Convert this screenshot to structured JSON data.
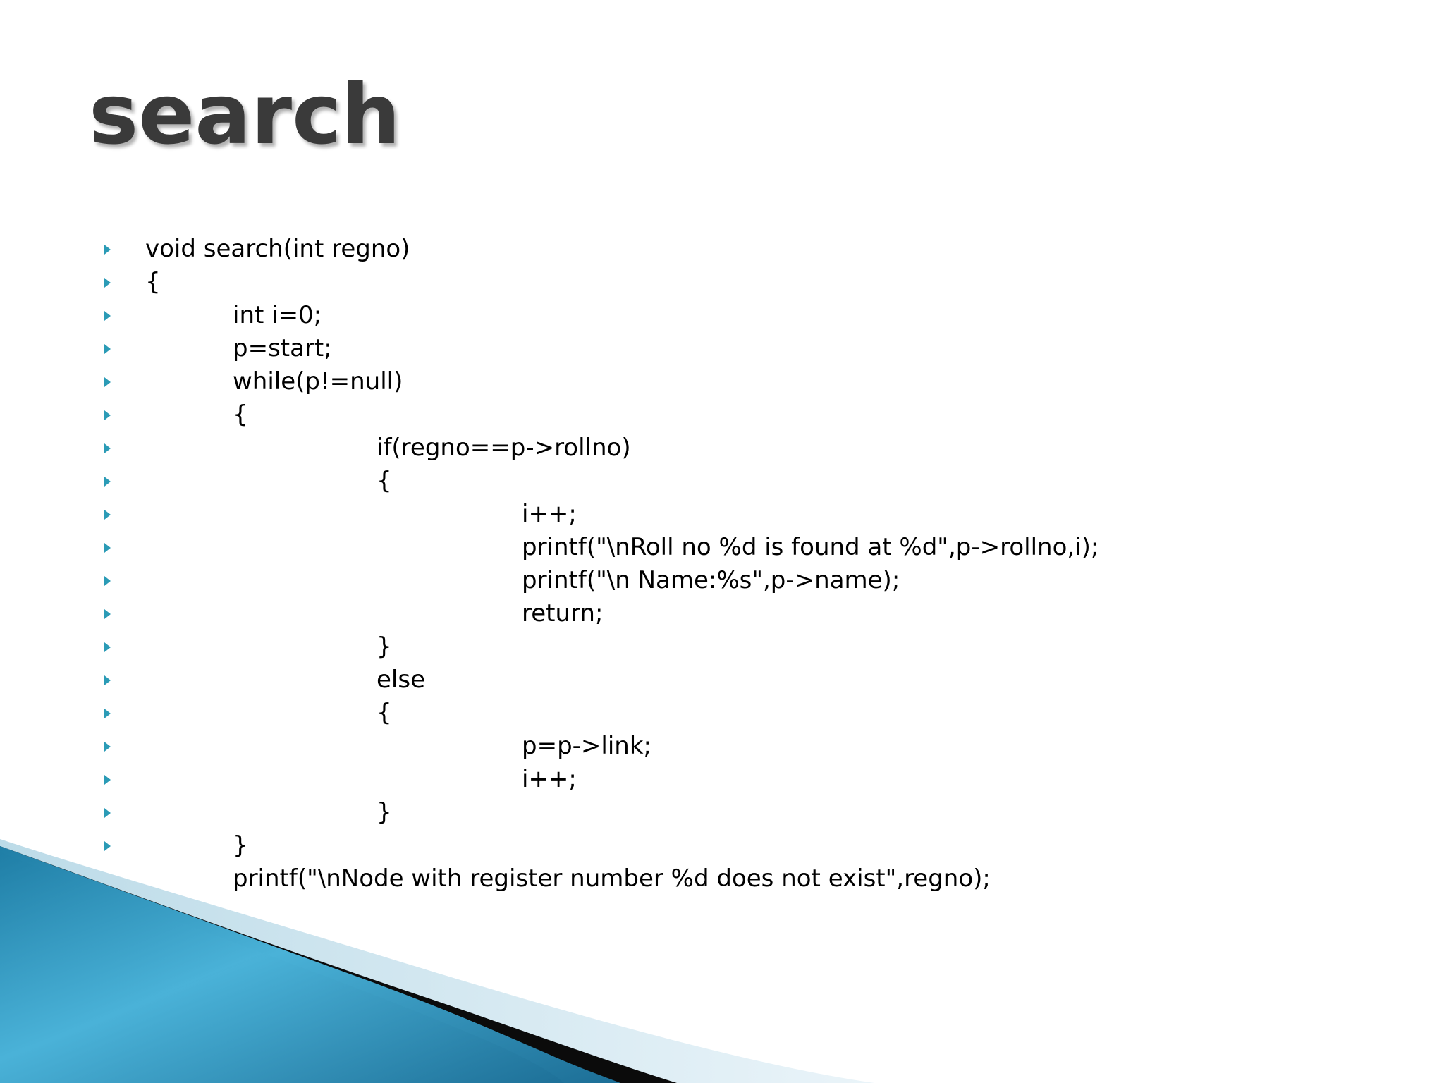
{
  "slide": {
    "title": "search",
    "code_lines": [
      {
        "text": "void search(int regno)",
        "indent": 0
      },
      {
        "text": "{",
        "indent": 0
      },
      {
        "text": "int i=0;",
        "indent": 1
      },
      {
        "text": "p=start;",
        "indent": 1
      },
      {
        "text": "while(p!=null)",
        "indent": 1
      },
      {
        "text": "{",
        "indent": 1
      },
      {
        "text": "if(regno==p->rollno)",
        "indent": 2
      },
      {
        "text": "{",
        "indent": 2
      },
      {
        "text": "i++;",
        "indent": 3
      },
      {
        "text": "printf(\"\\nRoll no %d is found at %d\",p->rollno,i);",
        "indent": 3
      },
      {
        "text": "printf(\"\\n Name:%s\",p->name);",
        "indent": 3
      },
      {
        "text": "return;",
        "indent": 3
      },
      {
        "text": "}",
        "indent": 2
      },
      {
        "text": "else",
        "indent": 2
      },
      {
        "text": "{",
        "indent": 2
      },
      {
        "text": "p=p->link;",
        "indent": 3
      },
      {
        "text": "i++;",
        "indent": 3
      },
      {
        "text": "}",
        "indent": 2
      },
      {
        "text": "}",
        "indent": 1
      },
      {
        "text": "printf(\"\\nNode with register number %d does not exist\",regno);",
        "indent": 1
      },
      {
        "text": "}",
        "indent": 0
      }
    ]
  },
  "colors": {
    "bullet": "#2b9bb6",
    "title": "#3a3a3a",
    "wave_blue": "#3aa0c8",
    "wave_dark": "#0b0b0b",
    "wave_light": "#cfe6f0"
  },
  "icons": {
    "bullet": "triangle-bullet-icon"
  }
}
